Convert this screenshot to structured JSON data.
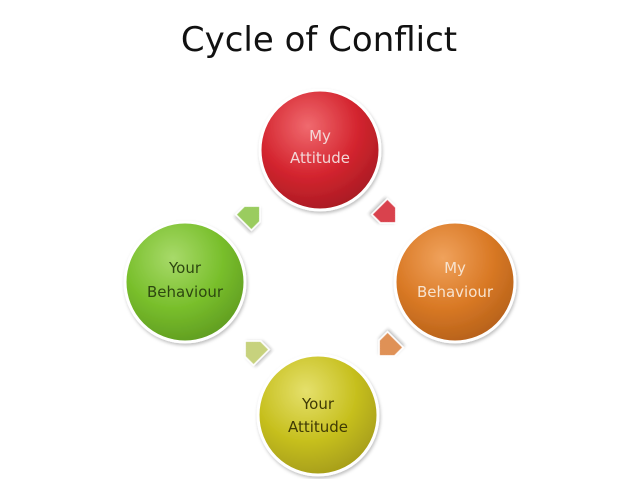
{
  "title": "Cycle of Conflict",
  "nodes": [
    {
      "id": "my-attitude",
      "lines": [
        "My",
        "Attitude"
      ],
      "color_light": "#f06a6f",
      "color_mid": "#d4252f",
      "color_dark": "#a51a22",
      "text_color": "#f3d7d7"
    },
    {
      "id": "my-behaviour",
      "lines": [
        "My",
        "Behaviour"
      ],
      "color_light": "#f0a25c",
      "color_mid": "#d97925",
      "color_dark": "#b35f19",
      "text_color": "#f7e3cf"
    },
    {
      "id": "your-attitude",
      "lines": [
        "Your",
        "Attitude"
      ],
      "color_light": "#e5e06c",
      "color_mid": "#c7c01f",
      "color_dark": "#a39a18",
      "text_color": "#3f3a05"
    },
    {
      "id": "your-behaviour",
      "lines": [
        "Your",
        "Behaviour"
      ],
      "color_light": "#a8da6a",
      "color_mid": "#79bf2c",
      "color_dark": "#5e9a20",
      "text_color": "#2d4710"
    }
  ],
  "arrows": [
    {
      "id": "arrow-attitude-to-behaviour",
      "color": "#d9434e"
    },
    {
      "id": "arrow-behaviour-to-your-attitude",
      "color": "#df9156"
    },
    {
      "id": "arrow-your-attitude-to-your-behaviour",
      "color": "#c7d27d"
    },
    {
      "id": "arrow-your-behaviour-to-my-attitude",
      "color": "#9acc5e"
    }
  ]
}
